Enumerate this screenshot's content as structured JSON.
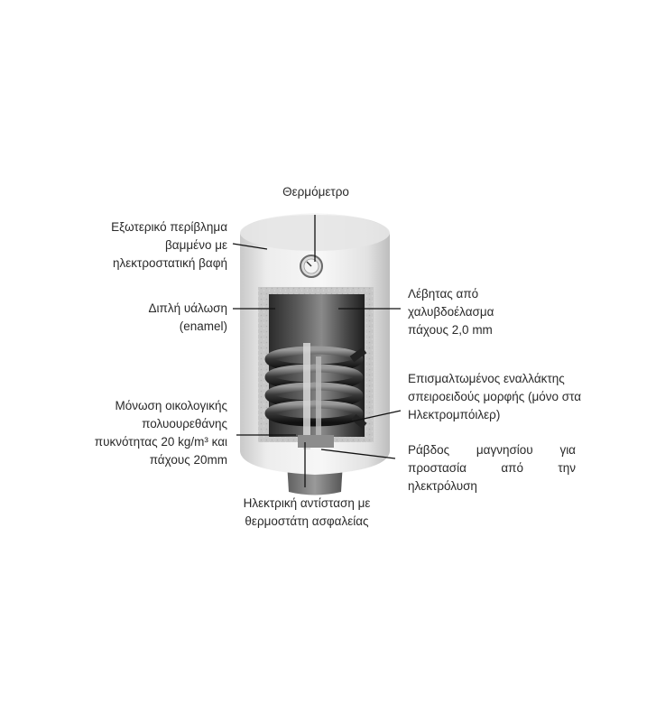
{
  "labels": {
    "thermometer": [
      "Θερμόμετρο"
    ],
    "outer_casing": [
      "Εξωτερικό περίβλημα",
      "βαμμένο με",
      "ηλεκτροστατική βαφή"
    ],
    "double_enamel": [
      "Διπλή υάλωση",
      "(enamel)"
    ],
    "insulation": [
      "Μόνωση οικολογικής",
      "πολυουρεθάνης",
      "πυκνότητας 20 kg/m³ και",
      "πάχους 20mm"
    ],
    "heating_element": [
      "Ηλεκτρική αντίσταση με",
      "θερμοστάτη ασφαλείας"
    ],
    "steel_tank": [
      "Λέβητας από",
      "χαλυβδοέλασμα",
      "πάχους 2,0 mm"
    ],
    "heat_exchanger": [
      "Επισμαλτωμένος εναλλάκτης",
      "σπειροειδούς μορφής (μόνο στα",
      "Ηλεκτρομπόιλερ)"
    ],
    "magnesium_rod": [
      [
        "Ράβδος",
        "μαγνησίου",
        "για"
      ],
      [
        "προστασία",
        "από",
        "την"
      ],
      [
        "ηλεκτρόλυση"
      ]
    ]
  }
}
